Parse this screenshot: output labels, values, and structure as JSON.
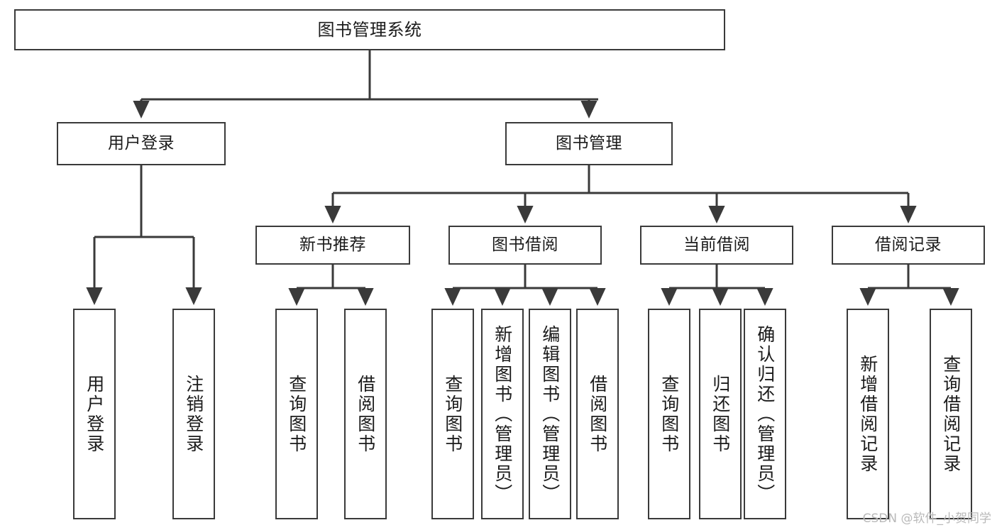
{
  "diagram": {
    "title": "图书管理系统",
    "type": "tree",
    "watermark": "CSDN @软件_小贺同学",
    "colors": {
      "stroke": "#3a3a3a",
      "fill": "#ffffff",
      "text": "#1b1b1b",
      "watermark": "#b9b9b9"
    },
    "nodes": {
      "root": {
        "label": "图书管理系统"
      },
      "level1": [
        {
          "id": "user-login",
          "label": "用户登录"
        },
        {
          "id": "book-manage",
          "label": "图书管理"
        }
      ],
      "level2": [
        {
          "id": "new-book-recommend",
          "label": "新书推荐"
        },
        {
          "id": "book-borrow",
          "label": "图书借阅"
        },
        {
          "id": "current-borrow",
          "label": "当前借阅"
        },
        {
          "id": "borrow-record",
          "label": "借阅记录"
        }
      ],
      "leaves": {
        "user_login": [
          {
            "id": "leaf-user-login",
            "label": "用户登录"
          },
          {
            "id": "leaf-logout-login",
            "label": "注销登录"
          }
        ],
        "new_book_recommend": [
          {
            "id": "leaf-query-book-1",
            "label": "查询图书"
          },
          {
            "id": "leaf-borrow-book-1",
            "label": "借阅图书"
          }
        ],
        "book_borrow": [
          {
            "id": "leaf-query-book-2",
            "label": "查询图书"
          },
          {
            "id": "leaf-add-book-admin",
            "label": "新增图书（管理员）"
          },
          {
            "id": "leaf-edit-book-admin",
            "label": "编辑图书（管理员）"
          },
          {
            "id": "leaf-borrow-book-2",
            "label": "借阅图书"
          }
        ],
        "current_borrow": [
          {
            "id": "leaf-query-book-3",
            "label": "查询图书"
          },
          {
            "id": "leaf-return-book",
            "label": "归还图书"
          },
          {
            "id": "leaf-confirm-return-admin",
            "label": "确认归还（管理员）"
          }
        ],
        "borrow_record": [
          {
            "id": "leaf-add-borrow-record",
            "label": "新增借阅记录"
          },
          {
            "id": "leaf-query-borrow-record",
            "label": "查询借阅记录"
          }
        ]
      }
    }
  }
}
